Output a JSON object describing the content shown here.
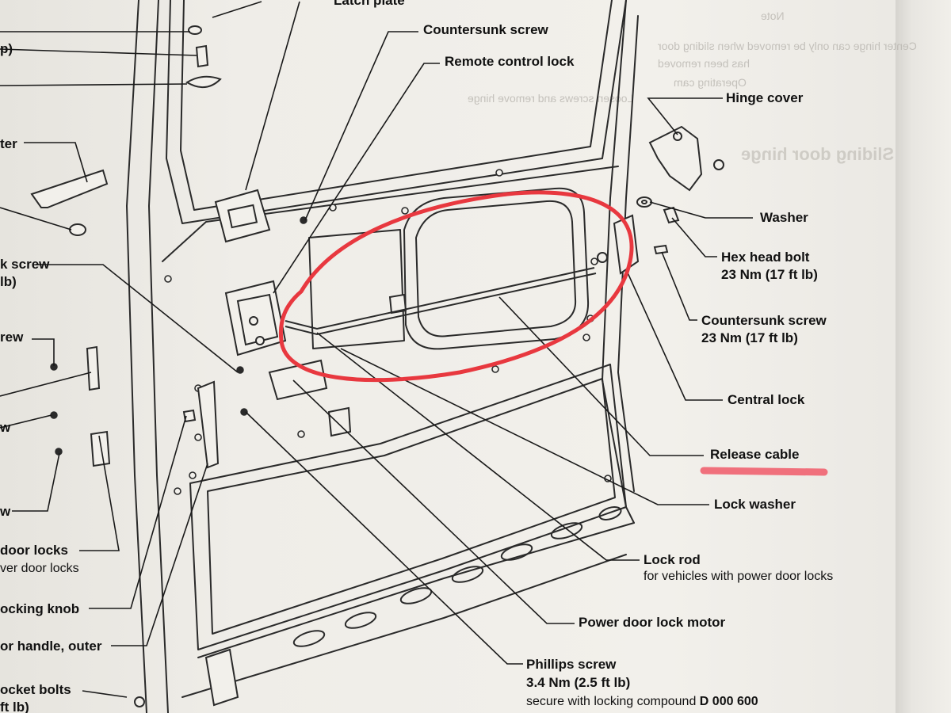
{
  "labels": {
    "latch_plate": "Latch plate",
    "countersunk_screw_top": "Countersunk screw",
    "remote_control_lock": "Remote control lock",
    "hinge_cover": "Hinge cover",
    "washer": "Washer",
    "hex_head_bolt": "Hex head bolt",
    "hex_head_bolt_torque": "23 Nm (17 ft lb)",
    "countersunk_screw_right": "Countersunk screw",
    "countersunk_screw_right_torque": "23 Nm (17 ft lb)",
    "central_lock": "Central lock",
    "release_cable": "Release cable",
    "lock_washer": "Lock washer",
    "lock_rod": "Lock rod",
    "lock_rod_note": "for vehicles with power door locks",
    "power_door_lock_motor": "Power door lock motor",
    "phillips_screw": "Phillips screw",
    "phillips_screw_torque": "3.4 Nm (2.5 ft lb)",
    "phillips_screw_note": "secure with locking compound",
    "phillips_screw_part": "D 000 600"
  },
  "left_labels": {
    "frag_p": "p)",
    "frag_ter": "ter",
    "frag_k_screw": "k screw",
    "frag_lb": "lb)",
    "frag_rew": "rew",
    "frag_w1": "w",
    "frag_w2": "w",
    "frag_door_locks": "door locks",
    "frag_ver_door_locks": "ver door locks",
    "frag_ocking_knob": "ocking knob",
    "frag_or_handle_outer": "or handle, outer",
    "frag_ocket_bolts": "ocket bolts",
    "frag_ft_lb": "ft lb)"
  },
  "ghost_text": {
    "g1": "Center hinge can only be removed when sliding door",
    "g2": "has been removed",
    "g3": "Sliding door hinge",
    "g4": "Note",
    "g5": "Operating cam",
    "g6": "Loosen screws and remove hinge"
  },
  "annotation_colors": {
    "circle": "#e8383f",
    "underline": "#f0707c"
  }
}
